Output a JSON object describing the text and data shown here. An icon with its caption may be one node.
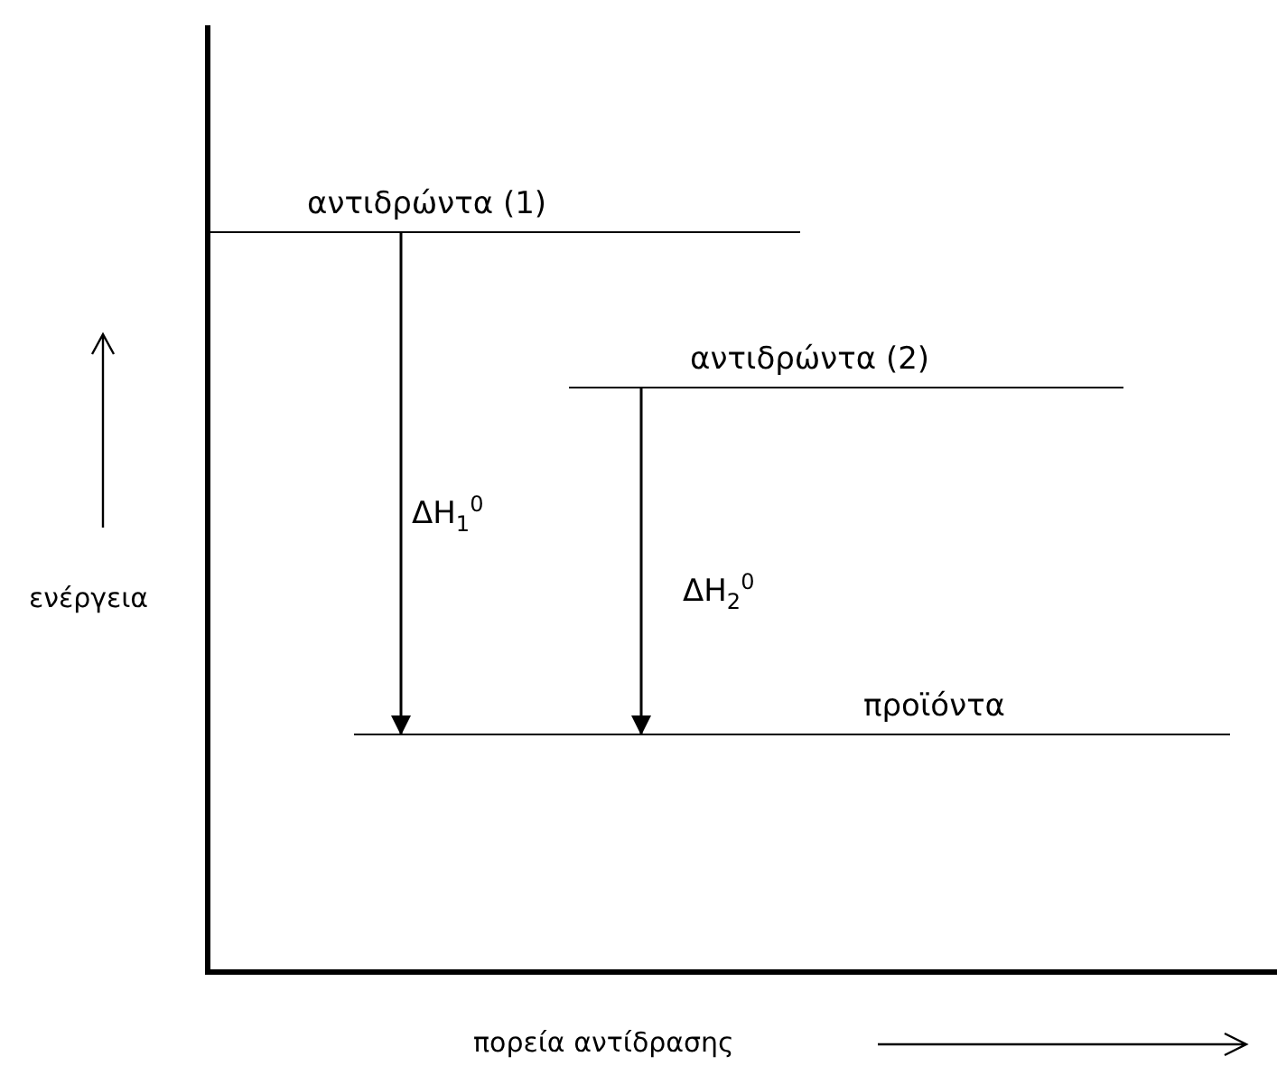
{
  "diagram": {
    "nodes": [
      {
        "text": [
          "αντιδρώντα (1)"
        ]
      },
      {
        "text": [
          "αντιδρώντα (2)"
        ]
      },
      {
        "text": [
          "προϊόντα"
        ]
      }
    ],
    "edges": [
      {
        "from": 0,
        "to": 2,
        "arrow": "to",
        "label": "ΔH$_{1}$$^{0}$"
      },
      {
        "from": 1,
        "to": 2,
        "arrow": "to",
        "label": "ΔH$_{2}$$^{0}$"
      }
    ],
    "labels": [
      "ενέργεια",
      "πορεία αντίδρασης"
    ]
  }
}
